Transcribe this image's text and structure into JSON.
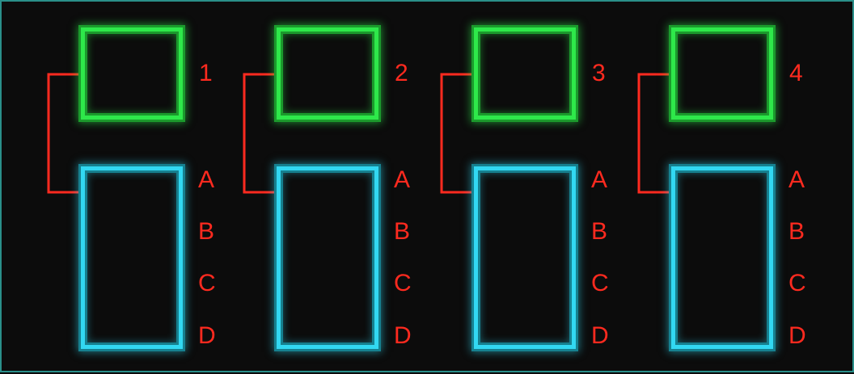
{
  "puzzle": {
    "columns": [
      {
        "number": "1",
        "slots": [
          "A",
          "B",
          "C",
          "D"
        ]
      },
      {
        "number": "2",
        "slots": [
          "A",
          "B",
          "C",
          "D"
        ]
      },
      {
        "number": "3",
        "slots": [
          "A",
          "B",
          "C",
          "D"
        ]
      },
      {
        "number": "4",
        "slots": [
          "A",
          "B",
          "C",
          "D"
        ]
      }
    ]
  },
  "colors": {
    "background": "#0c0c0c",
    "border": "#2a8f8a",
    "top_box": "#2ee84a",
    "bottom_box": "#32d8f2",
    "labels": "#ff2a1f",
    "connector": "#ff2a1f"
  }
}
